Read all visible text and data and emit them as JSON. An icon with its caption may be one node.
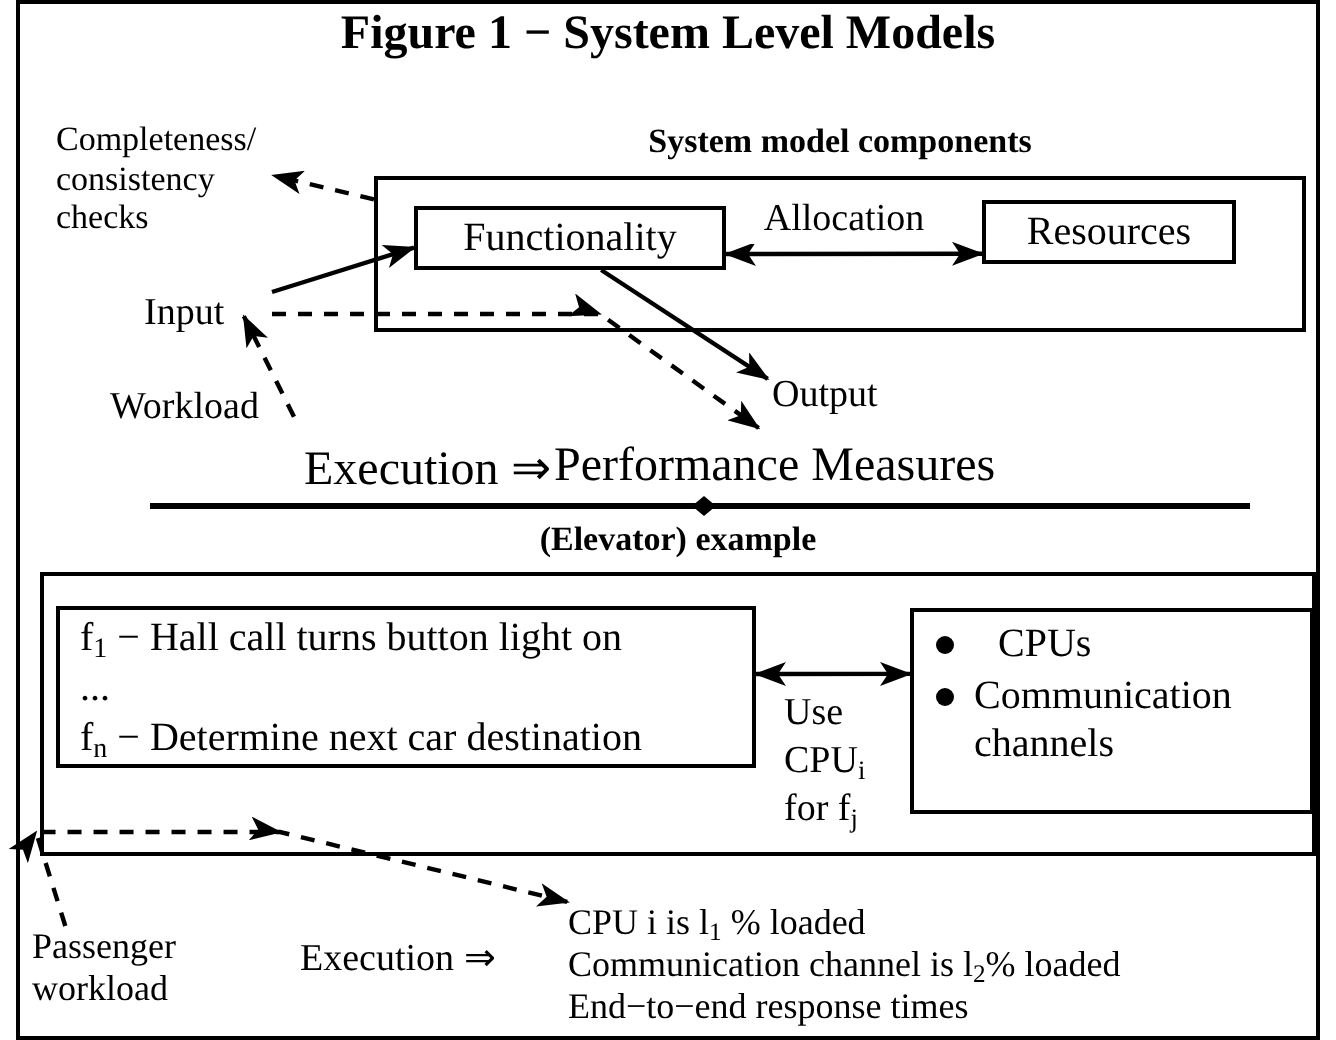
{
  "diagram": {
    "title": "Figure 1 − System Level Models",
    "nodes": [
      {
        "text": [
          "System model components"
        ]
      },
      {
        "text": [
          "Functionality"
        ],
        "in": 0
      },
      {
        "text": [
          "Resources"
        ],
        "in": 0
      },
      {
        "text": [
          "Completeness/ consistency checks"
        ]
      },
      {
        "text": [
          "Input"
        ]
      },
      {
        "text": [
          "Workload"
        ]
      },
      {
        "text": [
          "Output"
        ]
      },
      {
        "text": [
          "Performance Measures"
        ]
      },
      {
        "text": [
          "(Elevator) example"
        ]
      },
      {
        "text": [
          "f$_{1}$ − Hall call turns button light on",
          "...",
          "f$_{n}$ − Determine next car destination"
        ],
        "in": 8
      },
      {
        "text": [
          "CPUs",
          "Communication channels"
        ],
        "in": 8
      },
      {
        "text": [
          "Passenger workload"
        ]
      },
      {
        "text": [
          "CPU i is l$_{1}$ % loaded",
          "Communication channel is l$_{2}$% loaded",
          "End−to−end response times"
        ]
      }
    ],
    "edges": [
      {
        "from": 0,
        "to": 3,
        "arrow": "to",
        "style": "dashed"
      },
      {
        "from": 4,
        "to": 1,
        "arrow": "to"
      },
      {
        "from": 1,
        "to": 2,
        "arrow": "both",
        "label": "Allocation"
      },
      {
        "from": 1,
        "to": 6,
        "arrow": "to"
      },
      {
        "from": 5,
        "to": 4,
        "arrow": "to",
        "style": "dashed"
      },
      {
        "from": 4,
        "to": 7,
        "arrow": "to",
        "style": "dashed"
      },
      {
        "from": 9,
        "to": 10,
        "arrow": "both",
        "label": "Use CPU$_{i}$ for f$_{j}$"
      },
      {
        "from": 11,
        "to": 12,
        "arrow": "to",
        "style": "dashed"
      }
    ],
    "labels": [
      "Execution ⇒",
      "Execution ⇒"
    ]
  }
}
